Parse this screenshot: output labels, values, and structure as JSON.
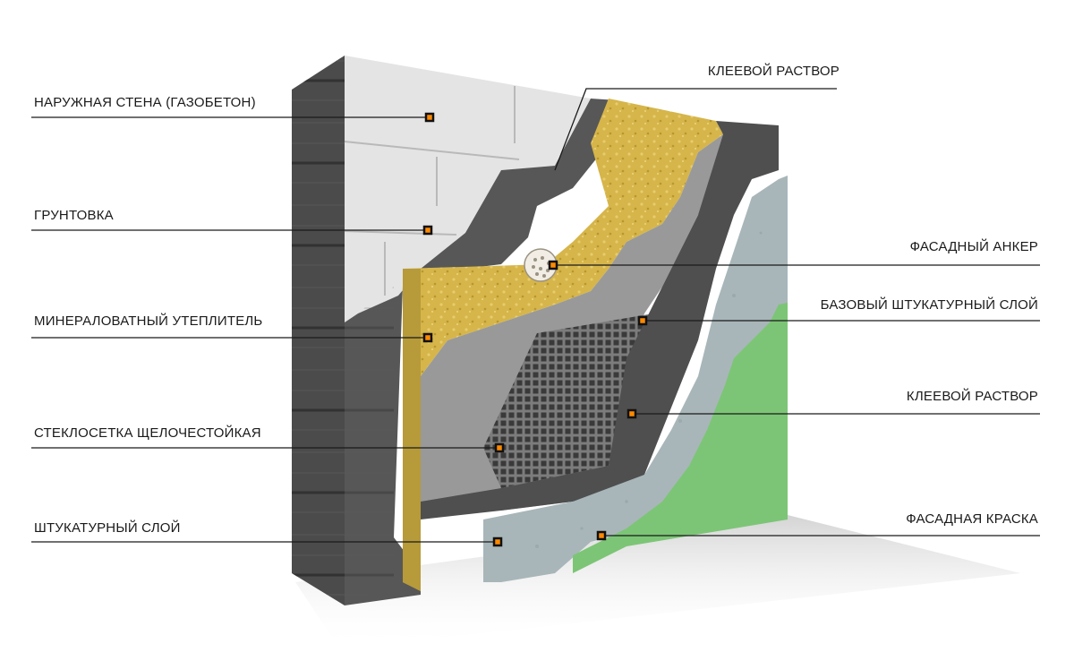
{
  "labels": {
    "outer_wall": "НАРУЖНАЯ СТЕНА (ГАЗОБЕТОН)",
    "primer": "ГРУНТОВКА",
    "mineral_wool": "МИНЕРАЛОВАТНЫЙ УТЕПЛИТЕЛЬ",
    "fiberglass_mesh": "СТЕКЛОСЕТКА ЩЕЛОЧЕСТОЙКАЯ",
    "plaster_layer": "ШТУКАТУРНЫЙ СЛОЙ",
    "adhesive_top": "КЛЕЕВОЙ РАСТВОР",
    "facade_anchor": "ФАСАДНЫЙ АНКЕР",
    "base_plaster": "БАЗОВЫЙ ШТУКАТУРНЫЙ СЛОЙ",
    "adhesive_mid": "КЛЕЕВОЙ РАСТВОР",
    "facade_paint": "ФАСАДНАЯ КРАСКА"
  },
  "colors": {
    "aerated_concrete": "#e6e6e6",
    "masonry_side": "#4d4d4d",
    "primer": "#555555",
    "mineral_wool": "#d9b94e",
    "base_plaster": "#9a9a9a",
    "render": "#a9b7bb",
    "paint": "#7cc576",
    "marker": "#ff8a00"
  }
}
